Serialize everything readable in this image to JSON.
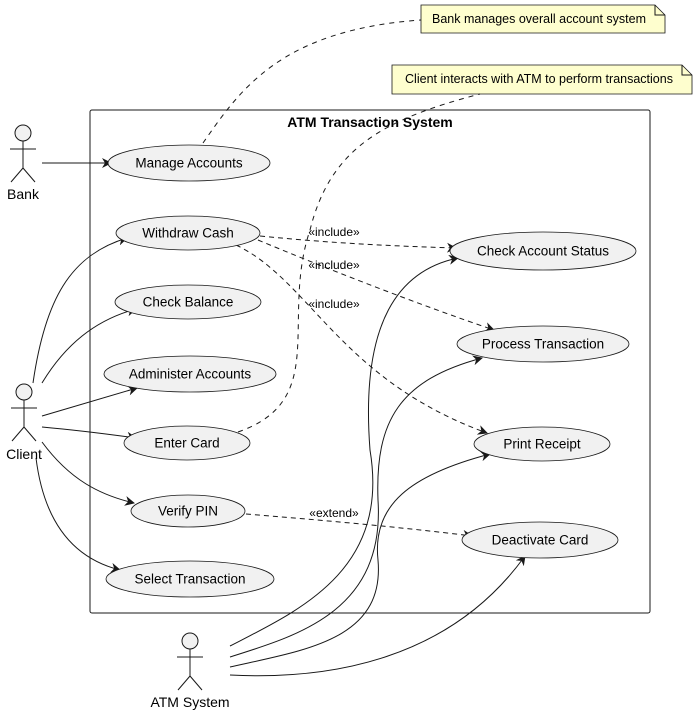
{
  "system": {
    "title": "ATM Transaction System"
  },
  "actors": {
    "bank": {
      "label": "Bank"
    },
    "client": {
      "label": "Client"
    },
    "atm_system": {
      "label": "ATM System"
    }
  },
  "use_cases": {
    "manage_accounts": "Manage Accounts",
    "withdraw_cash": "Withdraw Cash",
    "check_balance": "Check Balance",
    "administer_accounts": "Administer Accounts",
    "enter_card": "Enter Card",
    "verify_pin": "Verify PIN",
    "select_transaction": "Select Transaction",
    "check_account_status": "Check Account Status",
    "process_transaction": "Process Transaction",
    "print_receipt": "Print Receipt",
    "deactivate_card": "Deactivate Card"
  },
  "relations": {
    "include_1": "«include»",
    "include_2": "«include»",
    "include_3": "«include»",
    "extend_1": "«extend»"
  },
  "notes": {
    "bank_note": "Bank manages overall account system",
    "client_note": "Client interacts with ATM to perform transactions"
  }
}
